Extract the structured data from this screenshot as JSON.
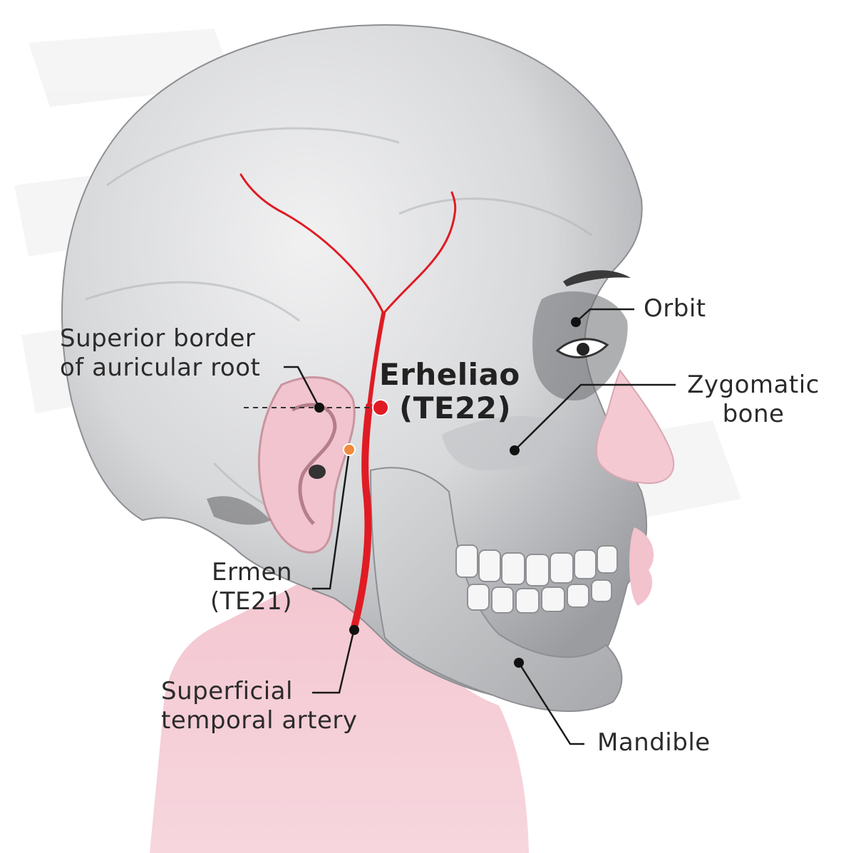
{
  "labels": {
    "erheliao": {
      "line1": "Erheliao",
      "line2": "(TE22)"
    },
    "ermen": {
      "line1": "Ermen",
      "line2": "(TE21)"
    },
    "auricular_root": {
      "line1": "Superior border",
      "line2": "of auricular root"
    },
    "orbit": "Orbit",
    "zygomatic": {
      "line1": "Zygomatic",
      "line2": "bone"
    },
    "mandible": "Mandible",
    "artery": {
      "line1": "Superficial",
      "line2": "temporal artery"
    }
  },
  "colors": {
    "artery": "#e01b24",
    "acupoint_primary": "#e01b24",
    "acupoint_secondary": "#f08a3c",
    "skin": "#f4c9d2",
    "bone": "#cfd0d3",
    "leader": "#1a1a1a"
  }
}
